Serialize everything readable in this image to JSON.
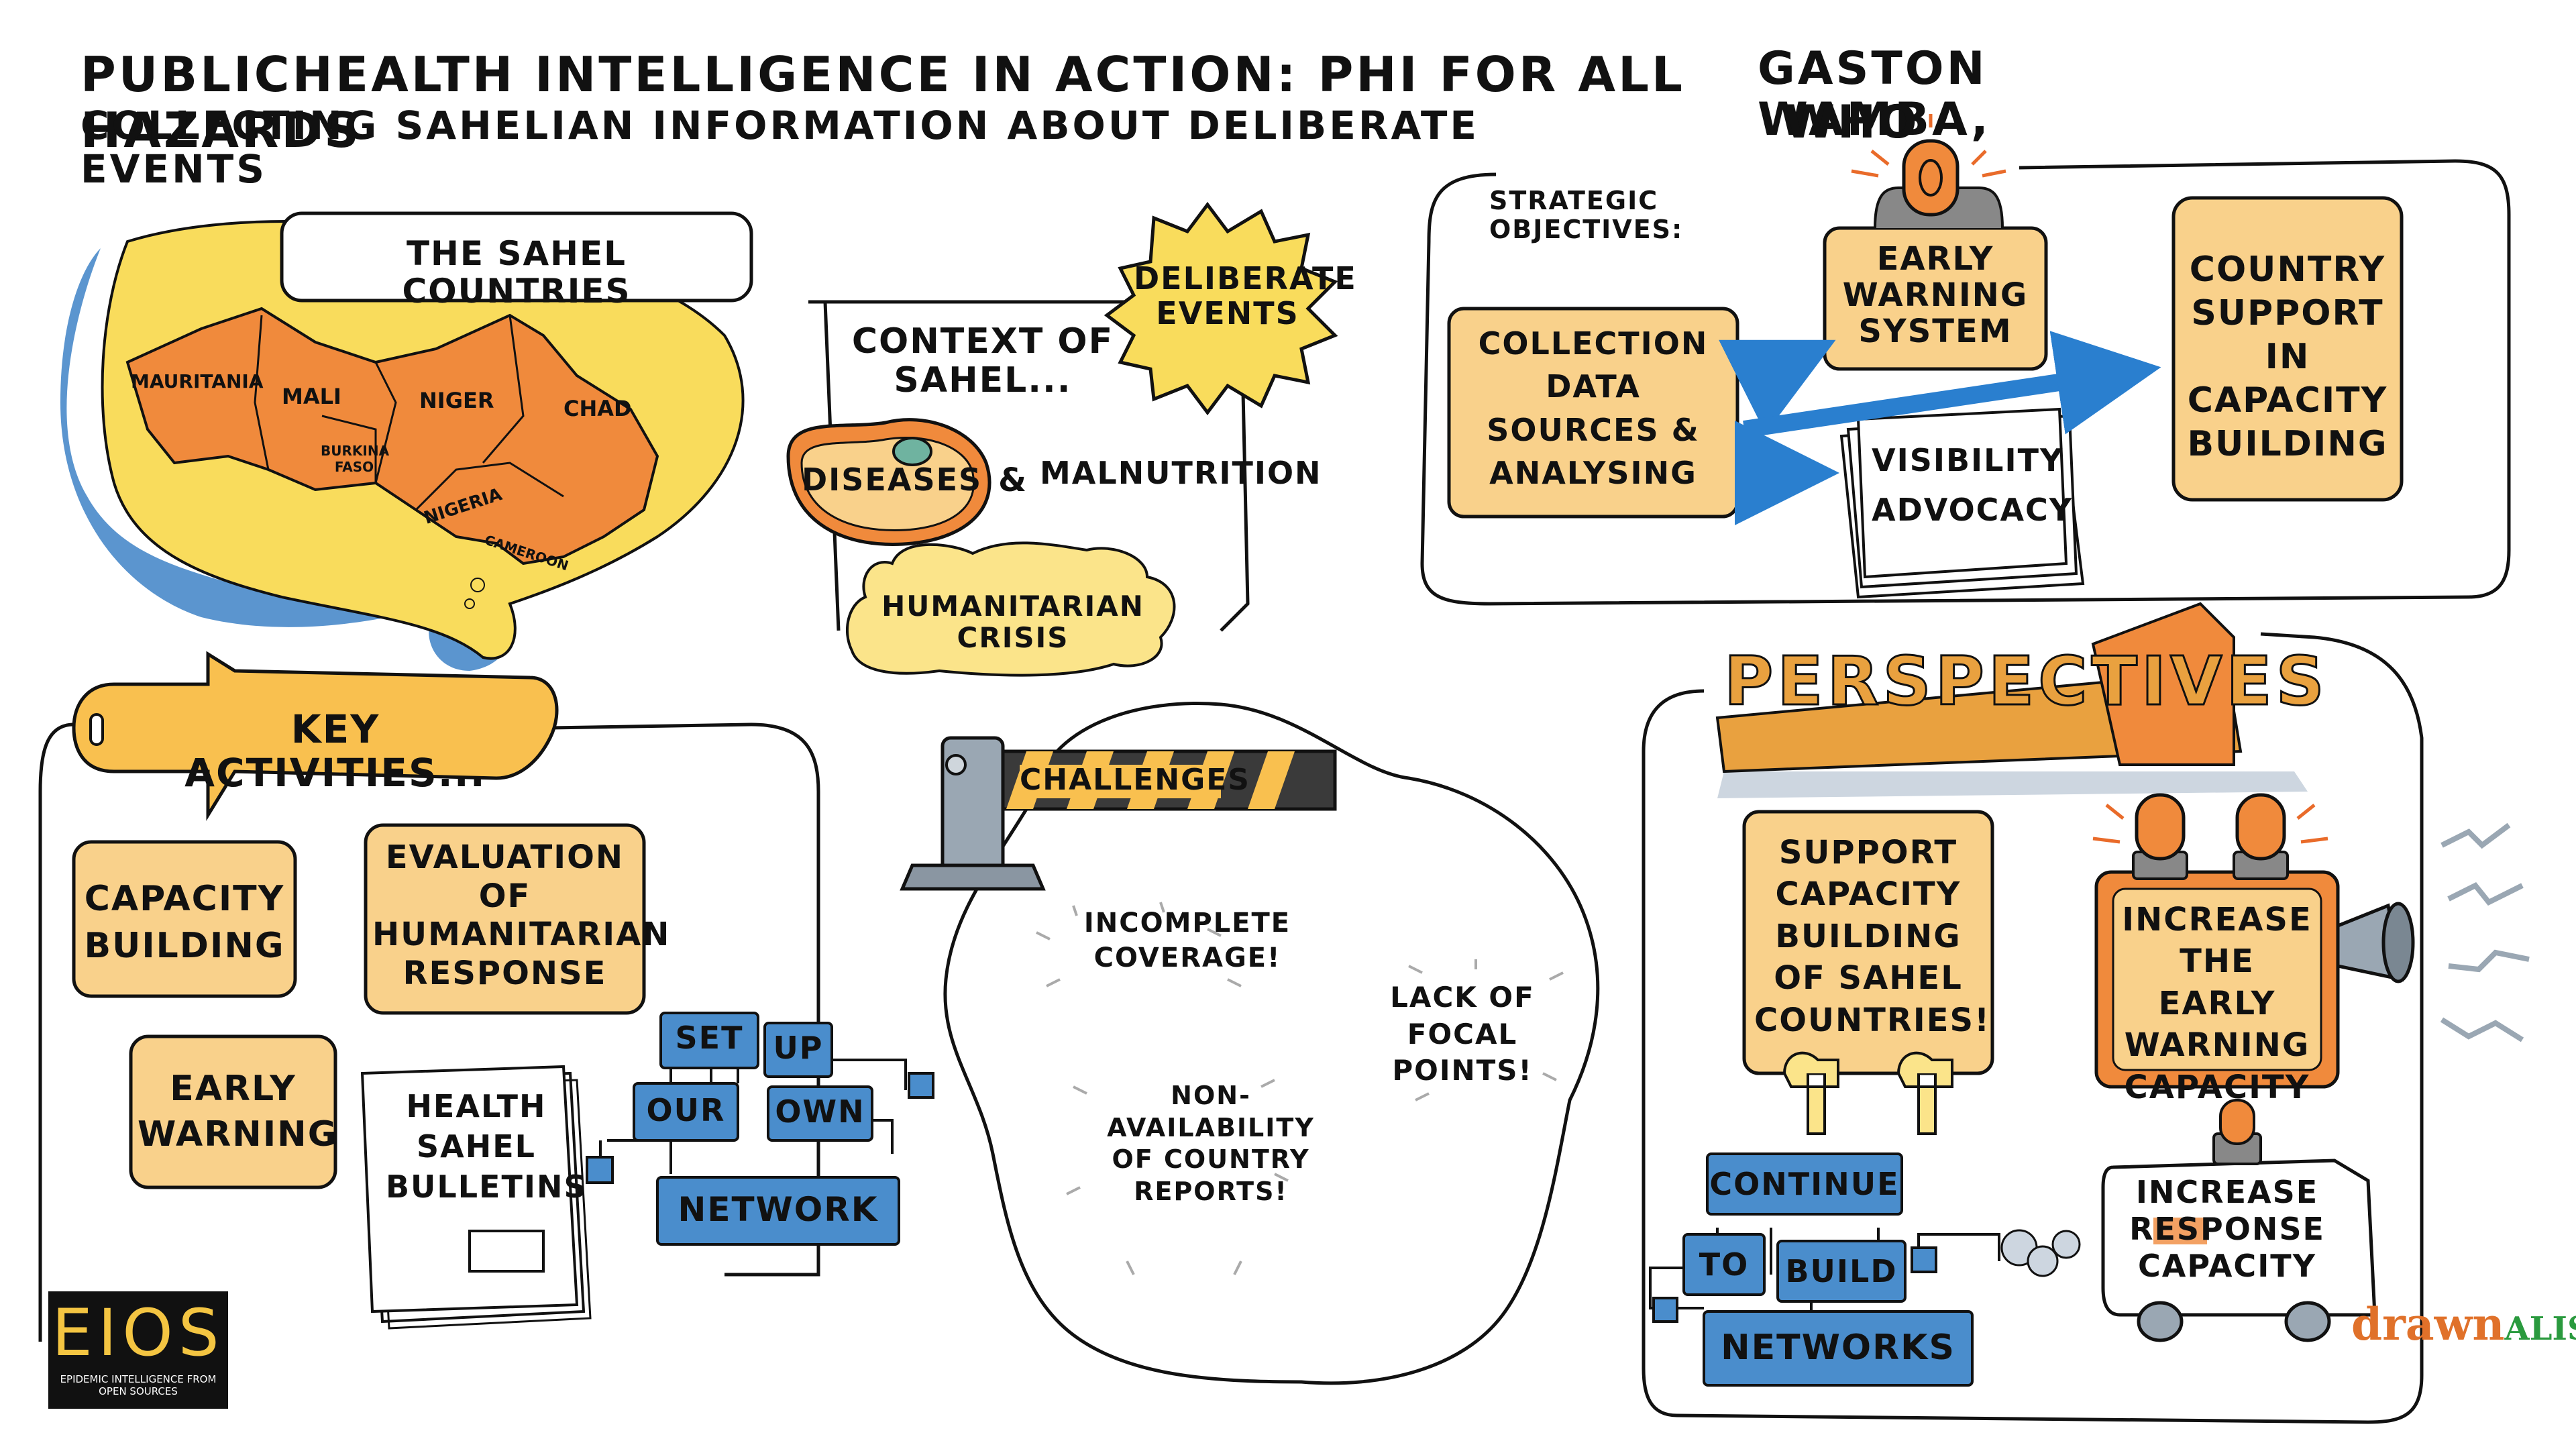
{
  "header": {
    "title": "PUBLICHEALTH INTELLIGENCE IN ACTION: PHI FOR ALL HAZARDS",
    "subtitle": "COLLECTING SAHELIAN INFORMATION ABOUT DELIBERATE EVENTS",
    "author_name": "GASTON WAMBA,",
    "author_org": "WHO"
  },
  "sahel": {
    "label": "THE SAHEL COUNTRIES",
    "countries": [
      "MAURITANIA",
      "MALI",
      "NIGER",
      "CHAD",
      "BURKINA FASO",
      "NIGERIA",
      "CAMEROON"
    ]
  },
  "context": {
    "label": "CONTEXT OF SAHEL...",
    "deliberate": "DELIBERATE EVENTS",
    "diseases": "DISEASES",
    "and": "&",
    "malnutrition": "MALNUTRITION",
    "humanitarian": "HUMANITARIAN CRISIS"
  },
  "strategic": {
    "label": "STRATEGIC OBJECTIVES:",
    "collection": "COLLECTION DATA SOURCES & ANALYSING",
    "early_warning": "EARLY WARNING SYSTEM",
    "visibility": "VISIBILITY ADVOCACY",
    "country_support": "COUNTRY SUPPORT IN CAPACITY BUILDING"
  },
  "key_activities": {
    "label": "KEY ACTIVITIES...",
    "capacity": "CAPACITY BUILDING",
    "evaluation": "EVALUATION OF HUMANITARIAN RESPONSE",
    "early_warning": "EARLY WARNING",
    "bulletins": "HEALTH SAHEL BULLETINS",
    "network": [
      "SET",
      "UP",
      "OUR",
      "OWN",
      "NETWORK"
    ]
  },
  "challenges": {
    "label": "CHALLENGES",
    "items": [
      "INCOMPLETE COVERAGE!",
      "LACK OF FOCAL POINTS!",
      "NON-AVAILABILITY OF COUNTRY REPORTS!"
    ]
  },
  "perspectives": {
    "label": "PERSPECTIVES",
    "support": "SUPPORT CAPACITY BUILDING OF SAHEL COUNTRIES!",
    "increase_ew": "INCREASE THE EARLY WARNING CAPACITY",
    "networks": [
      "CONTINUE",
      "TO",
      "BUILD",
      "NETWORKS"
    ],
    "response": "INCREASE RESPONSE CAPACITY"
  },
  "logos": {
    "eios": "EIOS",
    "eios_tagline": "EPIDEMIC INTELLIGENCE FROM OPEN SOURCES",
    "drawn": "drawn",
    "alism": "ALISM"
  },
  "colors": {
    "orange": "#f08a3c",
    "peach": "#f9d18b",
    "yellow": "#f9dc5c",
    "blue": "#4a8dcc",
    "arrow_blue": "#2a7fcf"
  }
}
